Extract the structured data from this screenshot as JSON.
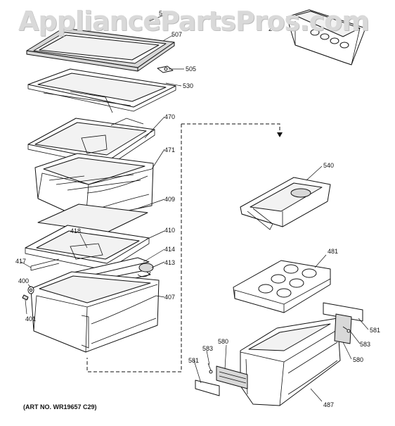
{
  "watermark": "AppliancePartsPros.com",
  "art_number": "(ART NO. WR19657 C29)",
  "callouts": {
    "c505a": "505",
    "c507": "507",
    "c505b": "505",
    "c530": "530",
    "c470": "470",
    "c471": "471",
    "c409": "409",
    "c418": "418",
    "c410": "410",
    "c414": "414",
    "c417": "417",
    "c413": "413",
    "c400": "400",
    "c407": "407",
    "c401": "401",
    "c540": "540",
    "c481": "481",
    "c581a": "581",
    "c583a": "583",
    "c580a": "580",
    "c581b": "581",
    "c583b": "583",
    "c580b": "580",
    "c487": "487",
    "c_top_right": "2"
  }
}
